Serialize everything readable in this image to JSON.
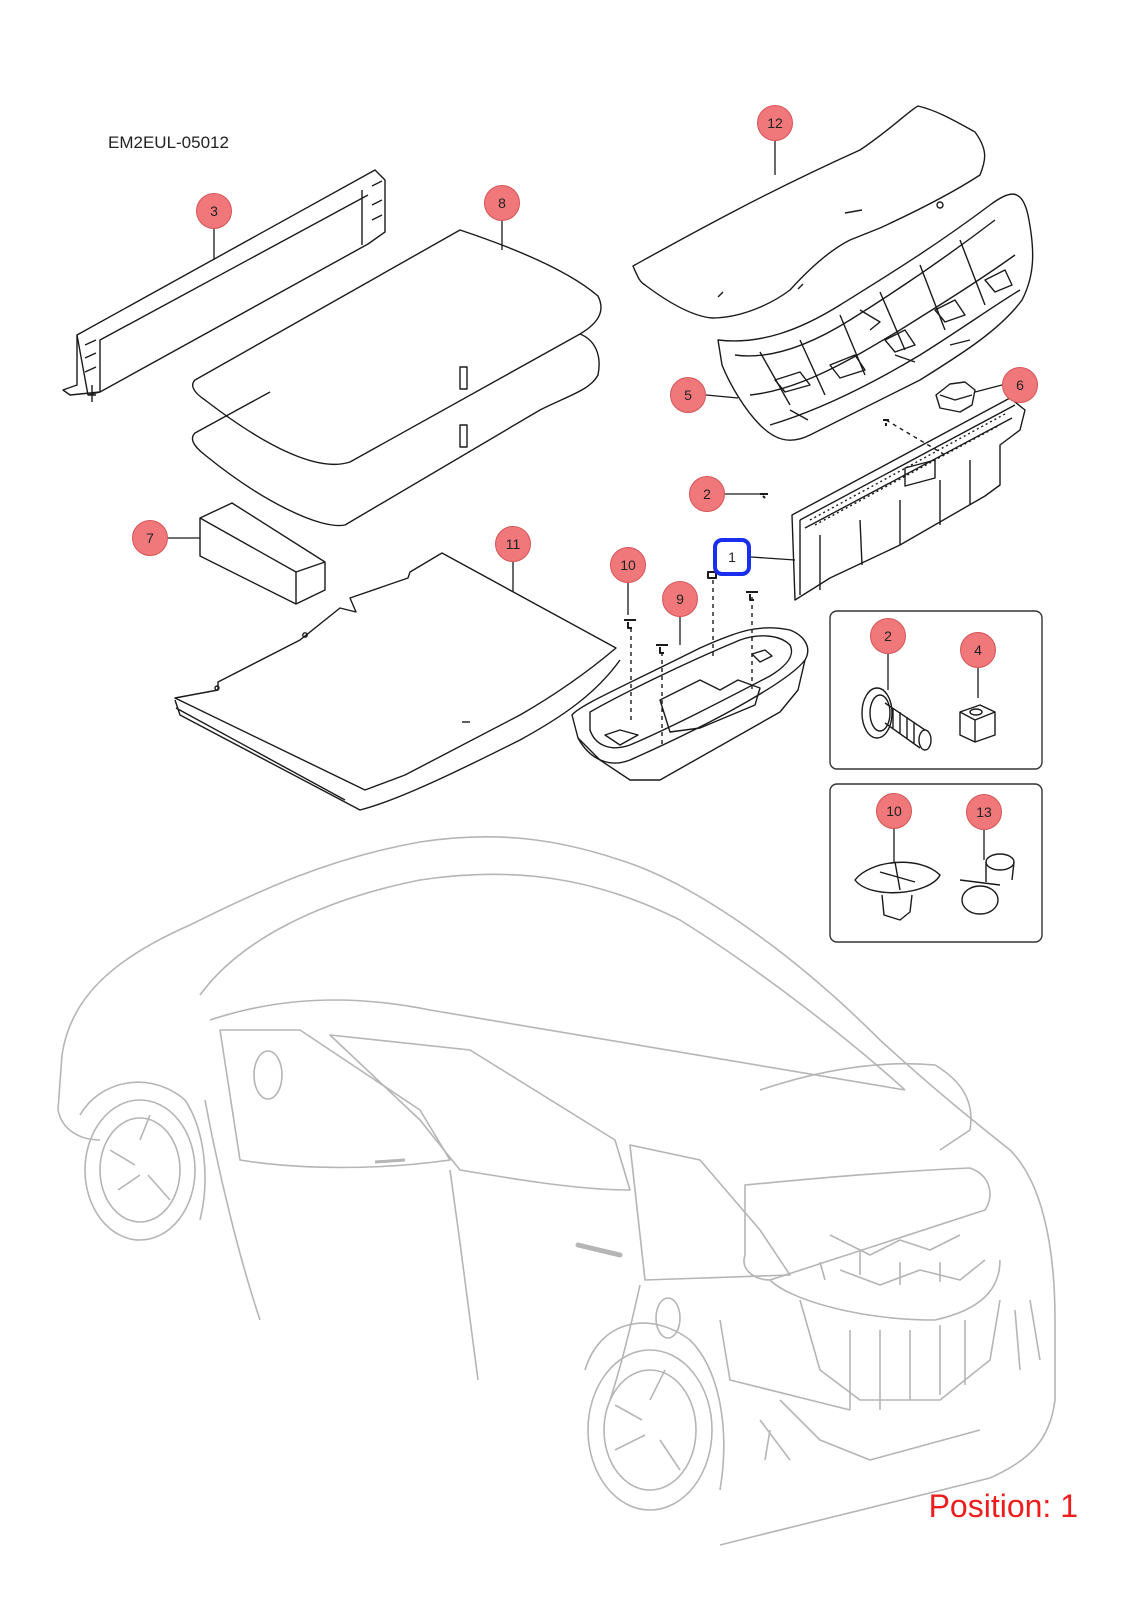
{
  "diagram": {
    "reference_code": "EM2EUL-05012",
    "position_label": "Position: 1",
    "selected_callout": "1",
    "colors": {
      "callout_fill": "#f0787a",
      "callout_border": "#d65457",
      "selected_border": "#1a2ef0",
      "position_text": "#ee1c1c",
      "part_line": "#1a1a1a",
      "vehicle_line": "#b5b5b5"
    },
    "callouts": [
      {
        "id": "c12",
        "label": "12"
      },
      {
        "id": "c3",
        "label": "3"
      },
      {
        "id": "c8",
        "label": "8"
      },
      {
        "id": "c5",
        "label": "5"
      },
      {
        "id": "c6",
        "label": "6"
      },
      {
        "id": "c2a",
        "label": "2"
      },
      {
        "id": "c7",
        "label": "7"
      },
      {
        "id": "c11",
        "label": "11"
      },
      {
        "id": "c10a",
        "label": "10"
      },
      {
        "id": "c9",
        "label": "9"
      },
      {
        "id": "c1",
        "label": "1"
      },
      {
        "id": "c2b",
        "label": "2"
      },
      {
        "id": "c4",
        "label": "4"
      },
      {
        "id": "c10b",
        "label": "10"
      },
      {
        "id": "c13",
        "label": "13"
      }
    ]
  }
}
